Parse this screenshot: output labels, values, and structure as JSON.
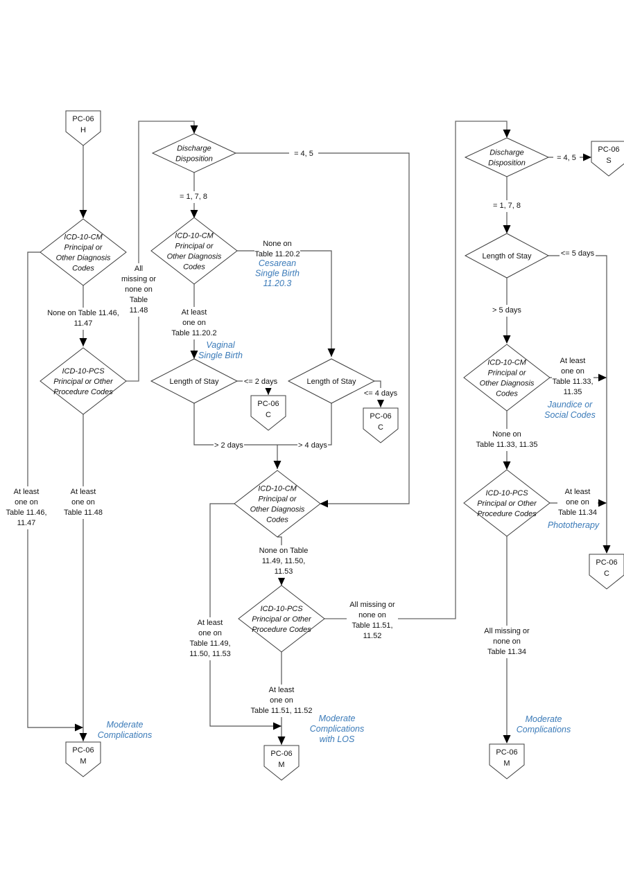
{
  "diagram": {
    "measure": "PC-06",
    "connectors": {
      "start": {
        "line1": "PC-06",
        "line2": "H"
      },
      "exit_c1": {
        "line1": "PC-06",
        "line2": "C"
      },
      "exit_c2": {
        "line1": "PC-06",
        "line2": "C"
      },
      "exit_s": {
        "line1": "PC-06",
        "line2": "S"
      },
      "exit_c3": {
        "line1": "PC-06",
        "line2": "C"
      },
      "exit_m1": {
        "line1": "PC-06",
        "line2": "M"
      },
      "exit_m2": {
        "line1": "PC-06",
        "line2": "M"
      },
      "exit_m3": {
        "line1": "PC-06",
        "line2": "M"
      }
    },
    "decisions": {
      "d1": [
        "ICD-10-CM",
        "Principal or",
        "Other Diagnosis",
        "Codes"
      ],
      "d2": [
        "ICD-10-PCS",
        "Principal or Other",
        "Procedure Codes"
      ],
      "d3": [
        "Discharge",
        "Disposition"
      ],
      "d4": [
        "ICD-10-CM",
        "Principal or",
        "Other Diagnosis",
        "Codes"
      ],
      "d5": [
        "Length of Stay"
      ],
      "d6": [
        "Length of Stay"
      ],
      "d7": [
        "ICD-10-CM",
        "Principal or",
        "Other Diagnosis",
        "Codes"
      ],
      "d8": [
        "ICD-10-PCS",
        "Principal or Other",
        "Procedure Codes"
      ],
      "d9": [
        "Discharge",
        "Disposition"
      ],
      "d10": [
        "Length of Stay"
      ],
      "d11": [
        "ICD-10-CM",
        "Principal or",
        "Other Diagnosis",
        "Codes"
      ],
      "d12": [
        "ICD-10-PCS",
        "Principal or Other",
        "Procedure Codes"
      ]
    },
    "edge_labels": {
      "d1_none": [
        "None on Table 11.46,",
        "11.47"
      ],
      "d1_atleast": [
        "At least",
        "one on",
        "Table 11.46,",
        "11.47"
      ],
      "d2_atleast": [
        "At least",
        "one on",
        "Table 11.48"
      ],
      "d2_missing": [
        "All",
        "missing or",
        "none on",
        "Table",
        "11.48"
      ],
      "d3_45": [
        "=  4, 5"
      ],
      "d3_178": [
        "= 1, 7, 8"
      ],
      "d4_none": [
        "None on",
        "Table 11.20.2"
      ],
      "d4_atleast": [
        "At least",
        "one  on",
        "Table 11.20.2"
      ],
      "d5_le2": [
        "<= 2 days"
      ],
      "d5_gt2": [
        "> 2 days"
      ],
      "d6_le4": [
        "<= 4 days"
      ],
      "d6_gt4": [
        "> 4 days"
      ],
      "d7_none": [
        "None  on Table",
        "11.49, 11.50,",
        "11.53"
      ],
      "d7_atleast": [
        "At least",
        "one on",
        "Table 11.49,",
        "11.50, 11.53"
      ],
      "d8_missing": [
        "All missing or",
        "none  on",
        "Table 11.51,",
        "11.52"
      ],
      "d8_atleast": [
        "At least",
        "one on",
        "Table 11.51, 11.52"
      ],
      "d9_45": [
        "= 4, 5"
      ],
      "d9_178": [
        "= 1, 7, 8"
      ],
      "d10_le5": [
        "<= 5 days"
      ],
      "d10_gt5": [
        "> 5 days"
      ],
      "d11_atleast": [
        "At least",
        "one on",
        "Table 11.33,",
        "11.35"
      ],
      "d11_none": [
        "None  on",
        "Table 11.33, 11.35"
      ],
      "d12_atleast": [
        "At least",
        "one on",
        "Table 11.34"
      ],
      "d12_missing": [
        "All missing or",
        "none on",
        "Table 11.34"
      ]
    },
    "annotations": {
      "cesarean": [
        "Cesarean",
        "Single Birth",
        "11.20.3"
      ],
      "vaginal": [
        "Vaginal",
        "Single Birth"
      ],
      "moderate1": [
        "Moderate",
        "Complications"
      ],
      "moderate_los": [
        "Moderate",
        "Complications",
        "with LOS"
      ],
      "moderate3": [
        "Moderate",
        "Complications"
      ],
      "jaundice": [
        "Jaundice or",
        "Social Codes"
      ],
      "phototherapy": [
        "Phototherapy"
      ]
    },
    "annotation_color": "#3a7ab8"
  }
}
